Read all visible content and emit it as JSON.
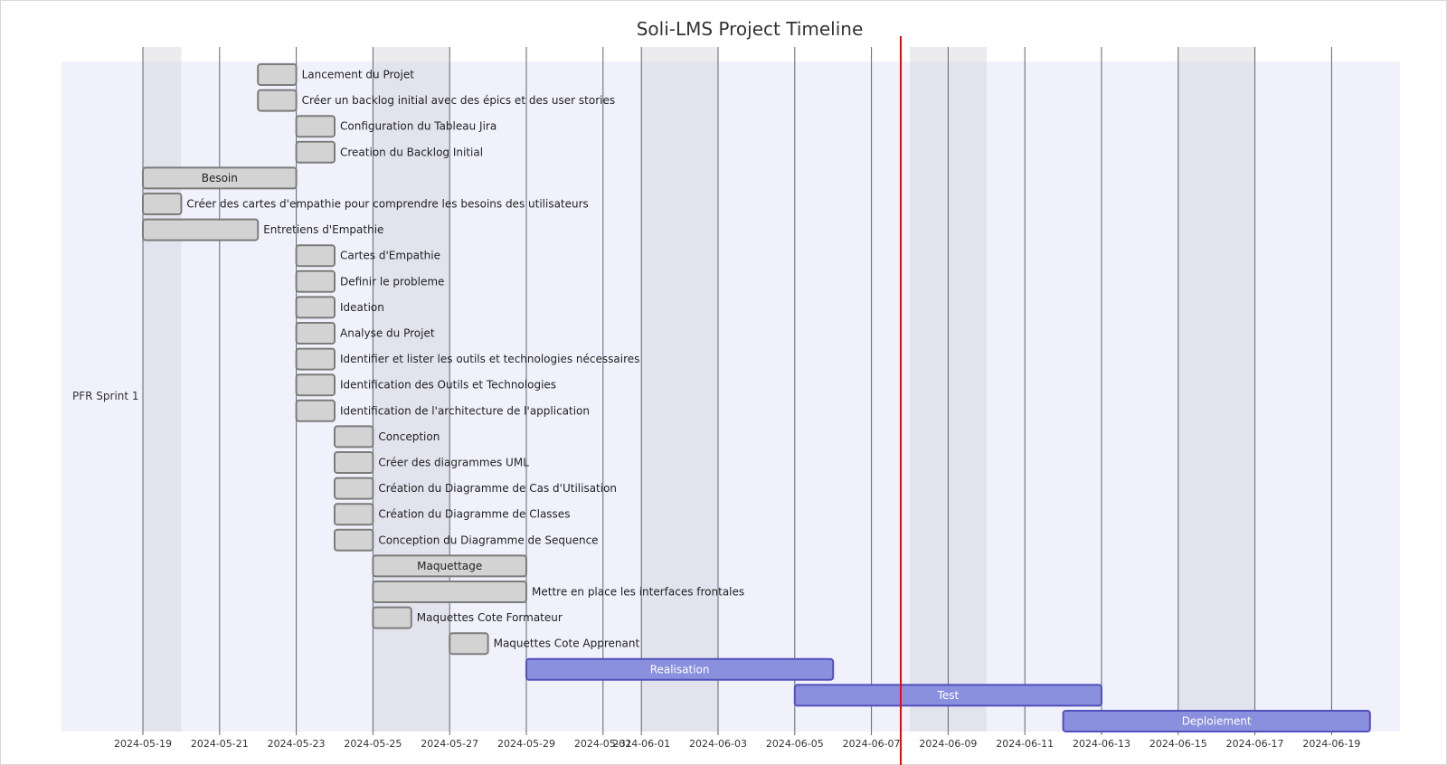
{
  "chart_data": {
    "type": "gantt",
    "title": "Soli-LMS Project Timeline",
    "x_range": [
      "2024-05-18",
      "2024-06-21"
    ],
    "today": "2024-06-08",
    "x_ticks": [
      "2024-05-19",
      "2024-05-21",
      "2024-05-23",
      "2024-05-25",
      "2024-05-27",
      "2024-05-29",
      "2024-05-31",
      "2024-06-01",
      "2024-06-03",
      "2024-06-05",
      "2024-06-07",
      "2024-06-09",
      "2024-06-11",
      "2024-06-13",
      "2024-06-15",
      "2024-06-17",
      "2024-06-19"
    ],
    "sections": [
      {
        "name": "PFR Sprint 1"
      }
    ],
    "tasks": [
      {
        "name": "Lancement du Projet",
        "start": "2024-05-22",
        "end": "2024-05-23",
        "style": "default"
      },
      {
        "name": "Créer un backlog initial avec des épics et des user stories",
        "start": "2024-05-22",
        "end": "2024-05-23",
        "style": "default"
      },
      {
        "name": "Configuration du Tableau Jira",
        "start": "2024-05-23",
        "end": "2024-05-24",
        "style": "default"
      },
      {
        "name": "Creation du Backlog Initial",
        "start": "2024-05-23",
        "end": "2024-05-24",
        "style": "default"
      },
      {
        "name": "Besoin",
        "start": "2024-05-19",
        "end": "2024-05-23",
        "style": "default"
      },
      {
        "name": "Créer des cartes d'empathie pour comprendre les besoins des utilisateurs",
        "start": "2024-05-19",
        "end": "2024-05-20",
        "style": "default"
      },
      {
        "name": "Entretiens d'Empathie",
        "start": "2024-05-19",
        "end": "2024-05-22",
        "style": "default"
      },
      {
        "name": "Cartes d'Empathie",
        "start": "2024-05-23",
        "end": "2024-05-24",
        "style": "default"
      },
      {
        "name": "Definir le probleme",
        "start": "2024-05-23",
        "end": "2024-05-24",
        "style": "default"
      },
      {
        "name": "Ideation",
        "start": "2024-05-23",
        "end": "2024-05-24",
        "style": "default"
      },
      {
        "name": "Analyse du Projet",
        "start": "2024-05-23",
        "end": "2024-05-24",
        "style": "default"
      },
      {
        "name": "Identifier et lister les outils et technologies nécessaires",
        "start": "2024-05-23",
        "end": "2024-05-24",
        "style": "default"
      },
      {
        "name": "Identification des Outils et Technologies",
        "start": "2024-05-23",
        "end": "2024-05-24",
        "style": "default"
      },
      {
        "name": "Identification de l'architecture de l'application",
        "start": "2024-05-23",
        "end": "2024-05-24",
        "style": "default"
      },
      {
        "name": "Conception",
        "start": "2024-05-24",
        "end": "2024-05-25",
        "style": "default"
      },
      {
        "name": "Créer des diagrammes UML",
        "start": "2024-05-24",
        "end": "2024-05-25",
        "style": "default"
      },
      {
        "name": "Création du Diagramme de Cas d'Utilisation",
        "start": "2024-05-24",
        "end": "2024-05-25",
        "style": "default"
      },
      {
        "name": "Création du Diagramme de Classes",
        "start": "2024-05-24",
        "end": "2024-05-25",
        "style": "default"
      },
      {
        "name": "Conception du Diagramme de Sequence",
        "start": "2024-05-24",
        "end": "2024-05-25",
        "style": "default"
      },
      {
        "name": "Maquettage",
        "start": "2024-05-25",
        "end": "2024-05-29",
        "style": "default"
      },
      {
        "name": "Mettre en place les interfaces frontales",
        "start": "2024-05-25",
        "end": "2024-05-29",
        "style": "default"
      },
      {
        "name": "Maquettes Cote Formateur",
        "start": "2024-05-25",
        "end": "2024-05-26",
        "style": "default"
      },
      {
        "name": "Maquettes Cote Apprenant",
        "start": "2024-05-27",
        "end": "2024-05-28",
        "style": "default"
      },
      {
        "name": "Realisation",
        "start": "2024-05-29",
        "end": "2024-06-06",
        "style": "active"
      },
      {
        "name": "Test",
        "start": "2024-06-05",
        "end": "2024-06-13",
        "style": "active"
      },
      {
        "name": "Deploiement",
        "start": "2024-06-12",
        "end": "2024-06-20",
        "style": "active"
      }
    ],
    "weekend_bands": [
      [
        "2024-05-18",
        "2024-05-20"
      ],
      [
        "2024-05-25",
        "2024-05-27"
      ],
      [
        "2024-06-01",
        "2024-06-03"
      ],
      [
        "2024-06-08",
        "2024-06-10"
      ],
      [
        "2024-06-15",
        "2024-06-17"
      ]
    ],
    "colors": {
      "background": "#f1f1fc",
      "weekend": "#e3e3ee",
      "weekend_top": "#ececef",
      "grid": "#5b6672",
      "task_fill": "#d3d3d3",
      "task_stroke": "#7c7c7c",
      "active_fill": "#8a90dd",
      "active_stroke": "#534fbc",
      "today": "#ff0000"
    },
    "grid": true
  }
}
